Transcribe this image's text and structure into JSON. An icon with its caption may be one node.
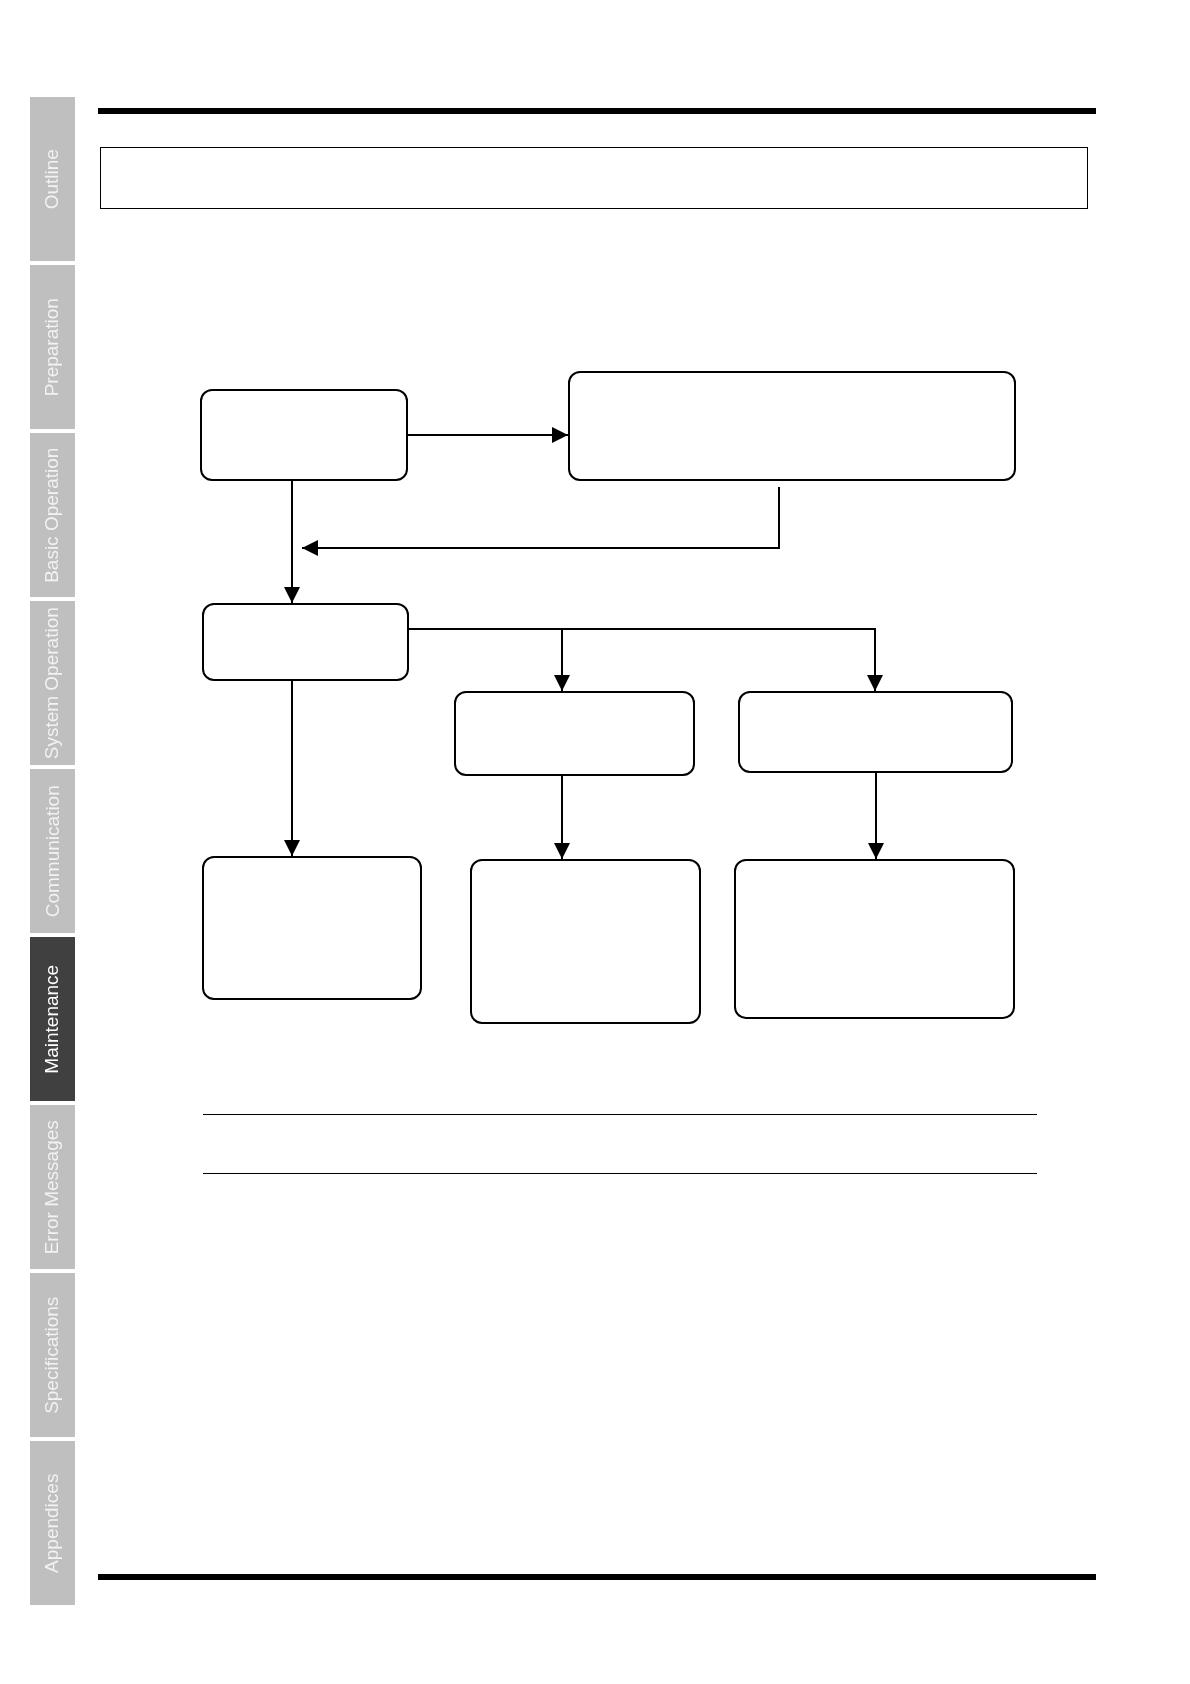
{
  "diagram": {
    "nodes": [
      {
        "text": [],
        "shape": "box"
      },
      {
        "text": [],
        "shape": "box"
      },
      {
        "text": [],
        "shape": "box"
      },
      {
        "text": [],
        "shape": "box"
      },
      {
        "text": [],
        "shape": "box"
      },
      {
        "text": [],
        "shape": "box"
      },
      {
        "text": [],
        "shape": "box"
      },
      {
        "text": [],
        "shape": "box"
      }
    ],
    "edges": [
      {
        "from": 0,
        "to": 1,
        "arrow": "to"
      },
      {
        "from": 0,
        "to": 2,
        "arrow": "to"
      },
      {
        "from": 1,
        "to": 2,
        "arrow": "to"
      },
      {
        "from": 2,
        "to": 3,
        "arrow": "to"
      },
      {
        "from": 2,
        "to": 4,
        "arrow": "to"
      },
      {
        "from": 2,
        "to": 5,
        "arrow": "to"
      },
      {
        "from": 3,
        "to": 6,
        "arrow": "to"
      },
      {
        "from": 4,
        "to": 7,
        "arrow": "to"
      }
    ],
    "labels": [
      "Outline",
      "Preparation",
      "Basic Operation",
      "System Operation",
      "Communication",
      "Maintenance",
      "Error Messages",
      "Specifications",
      "Appendices"
    ]
  }
}
